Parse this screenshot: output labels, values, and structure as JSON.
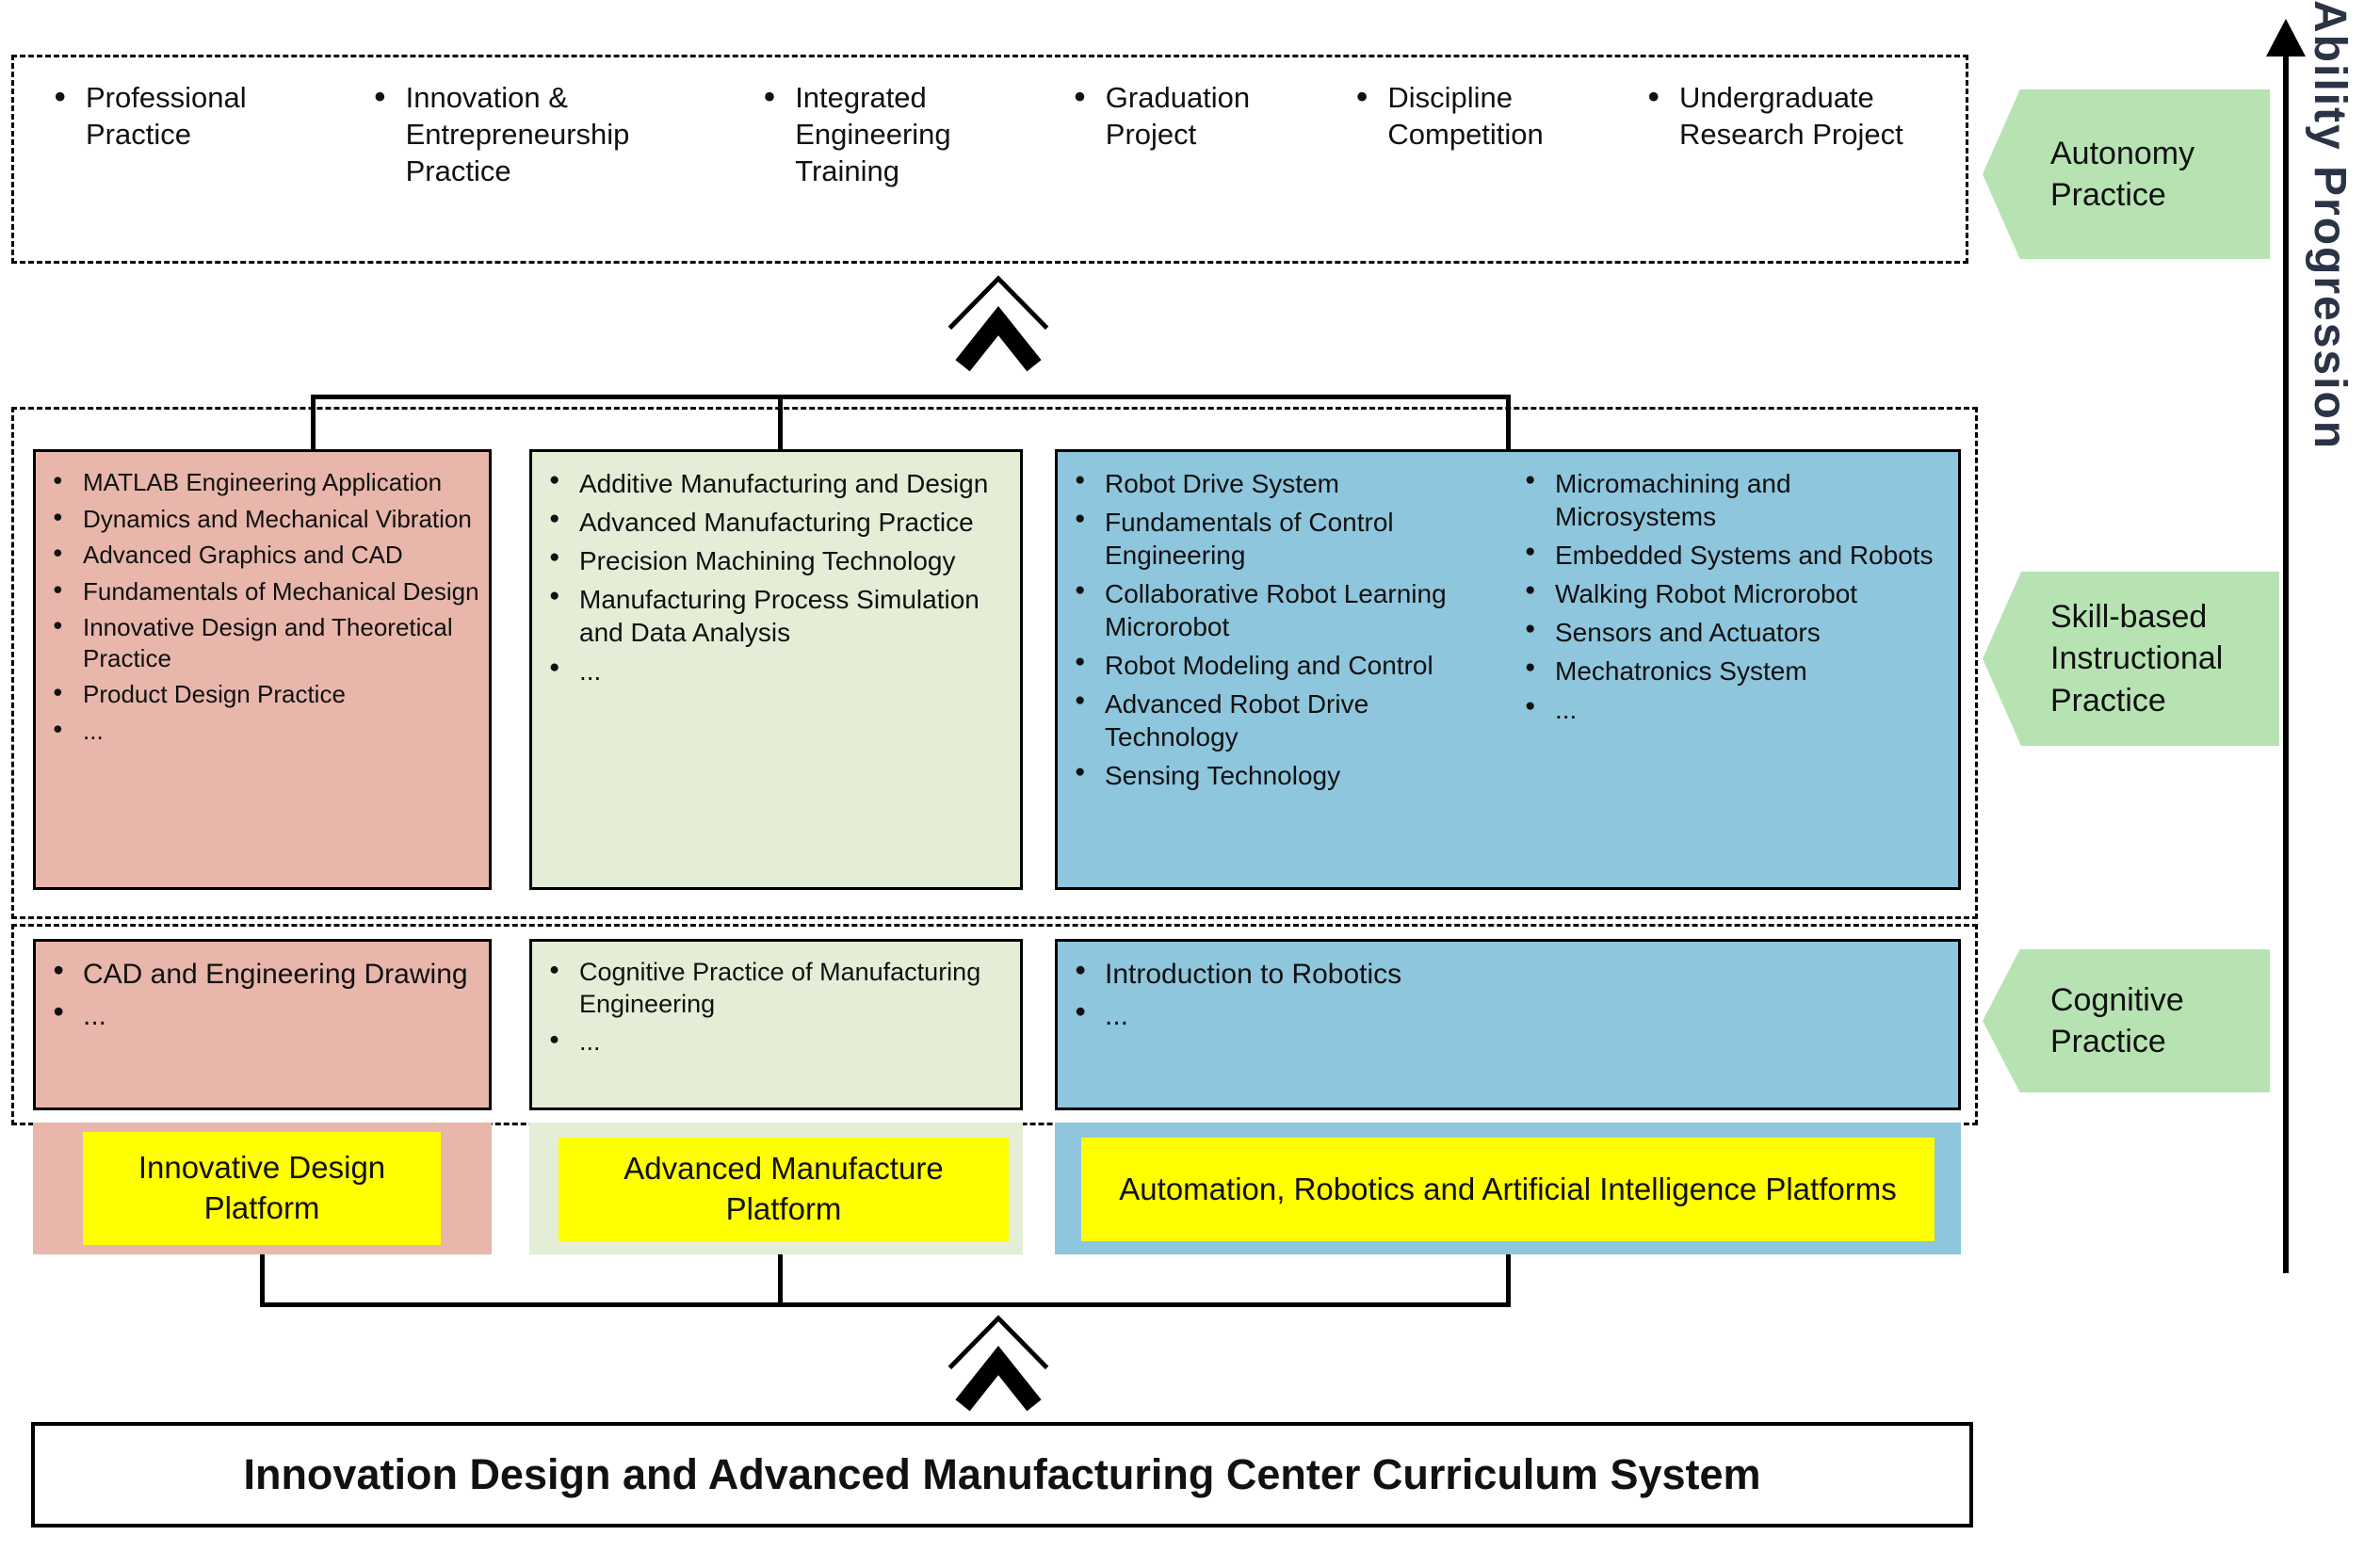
{
  "side_label": "Ability Progression",
  "bottom_title": "Innovation Design and Advanced Manufacturing Center Curriculum System",
  "autonomy": {
    "label": "Autonomy Practice",
    "items": [
      "Professional Practice",
      "Innovation & Entrepreneurship Practice",
      "Integrated Engineering Training",
      "Graduation Project",
      "Discipline Competition",
      "Undergraduate Research Project"
    ]
  },
  "skill": {
    "label": "Skill-based Instructional Practice",
    "design": [
      "MATLAB Engineering Application",
      "Dynamics and Mechanical Vibration",
      "Advanced Graphics and CAD",
      "Fundamentals of Mechanical Design",
      "Innovative Design and Theoretical Practice",
      "Product Design Practice",
      "..."
    ],
    "manufacture": [
      "Additive Manufacturing and Design",
      "Advanced Manufacturing Practice",
      "Precision Machining Technology",
      "Manufacturing Process Simulation and Data Analysis",
      "..."
    ],
    "robotics_col1": [
      "Robot Drive System",
      "Fundamentals of Control Engineering",
      "Collaborative Robot Learning Microrobot",
      "Robot Modeling and Control",
      "Advanced Robot Drive Technology",
      "Sensing Technology"
    ],
    "robotics_col2": [
      "Micromachining and Microsystems",
      "Embedded Systems and Robots",
      "Walking Robot Microrobot",
      "Sensors and Actuators",
      "Mechatronics System",
      "..."
    ]
  },
  "cognitive": {
    "label": "Cognitive Practice",
    "design": [
      "CAD and Engineering Drawing",
      "..."
    ],
    "manufacture": [
      "Cognitive Practice of Manufacturing Engineering",
      "..."
    ],
    "robotics": [
      "Introduction to Robotics",
      "..."
    ]
  },
  "platforms": {
    "design": "Innovative Design Platform",
    "manufacture": "Advanced Manufacture Platform",
    "robotics": "Automation, Robotics and Artificial Intelligence Platforms"
  },
  "colors": {
    "design_fill": "#e8b6ab",
    "manufacture_fill": "#e4edd6",
    "robotics_fill": "#8ec6dd",
    "flag_fill": "#b7e3b3",
    "platform_fill": "#ffff00",
    "side_label_color": "#2b3446",
    "line_color": "#000000"
  }
}
